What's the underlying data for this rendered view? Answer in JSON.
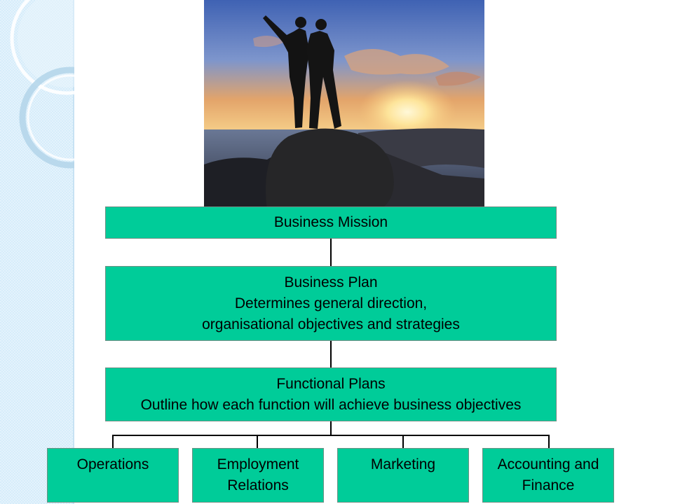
{
  "colors": {
    "box_fill": "#00cc99",
    "box_border": "#6f8f84",
    "connector": "#000000",
    "sidebar": "#d6ecfa"
  },
  "diagram": {
    "mission": {
      "line1": "Business Mission"
    },
    "business_plan": {
      "line1": "Business Plan",
      "line2": "Determines general direction,",
      "line3": "organisational objectives and strategies"
    },
    "functional_plans": {
      "line1": "Functional Plans",
      "line2": "Outline how each function will achieve business objectives"
    },
    "functions": [
      {
        "line1": "Operations",
        "line2": ""
      },
      {
        "line1": "Employment",
        "line2": "Relations"
      },
      {
        "line1": "Marketing",
        "line2": ""
      },
      {
        "line1": "Accounting and",
        "line2": "Finance"
      }
    ]
  }
}
